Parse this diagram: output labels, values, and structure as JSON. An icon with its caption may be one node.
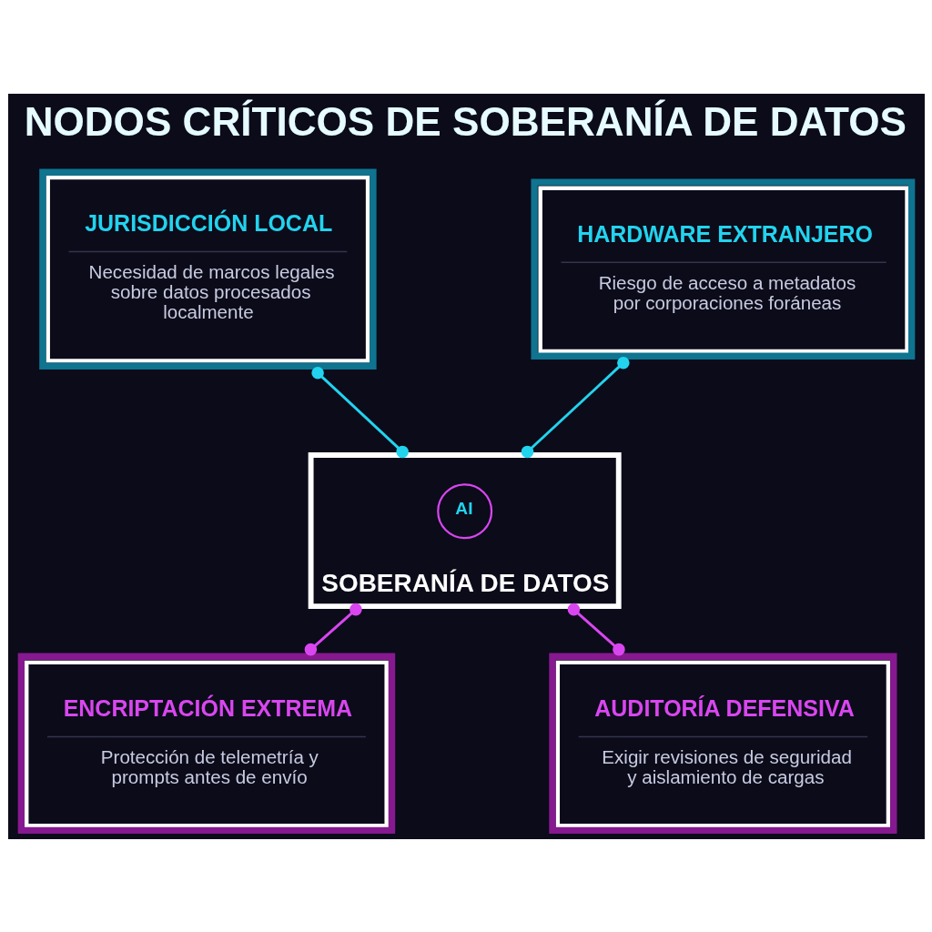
{
  "diagram": {
    "title": "NODOS CRÍTICOS DE SOBERANÍA DE DATOS",
    "nodes": [
      {
        "text": [
          "JURISDICCIÓN LOCAL",
          "Necesidad de marcos legales sobre datos procesados localmente"
        ]
      },
      {
        "text": [
          "HARDWARE EXTRANJERO",
          "Riesgo de acceso a metadatos por corporaciones foráneas"
        ]
      },
      {
        "text": [
          "SOBERANÍA DE DATOS"
        ]
      },
      {
        "text": [
          "AI"
        ],
        "in": 2
      },
      {
        "text": [
          "ENCRIPTACIÓN EXTREMA",
          "Protección de telemetría y prompts antes de envío"
        ]
      },
      {
        "text": [
          "AUDITORÍA DEFENSIVA",
          "Exigir revisiones de seguridad y aislamiento de cargas"
        ]
      }
    ],
    "edges": [
      {
        "from": 0,
        "to": 2,
        "arrow": "other",
        "color": "#22d3ee"
      },
      {
        "from": 1,
        "to": 2,
        "arrow": "other",
        "color": "#22d3ee"
      },
      {
        "from": 2,
        "to": 4,
        "arrow": "other",
        "color": "#d946ef"
      },
      {
        "from": 2,
        "to": 5,
        "arrow": "other",
        "color": "#d946ef"
      }
    ]
  }
}
